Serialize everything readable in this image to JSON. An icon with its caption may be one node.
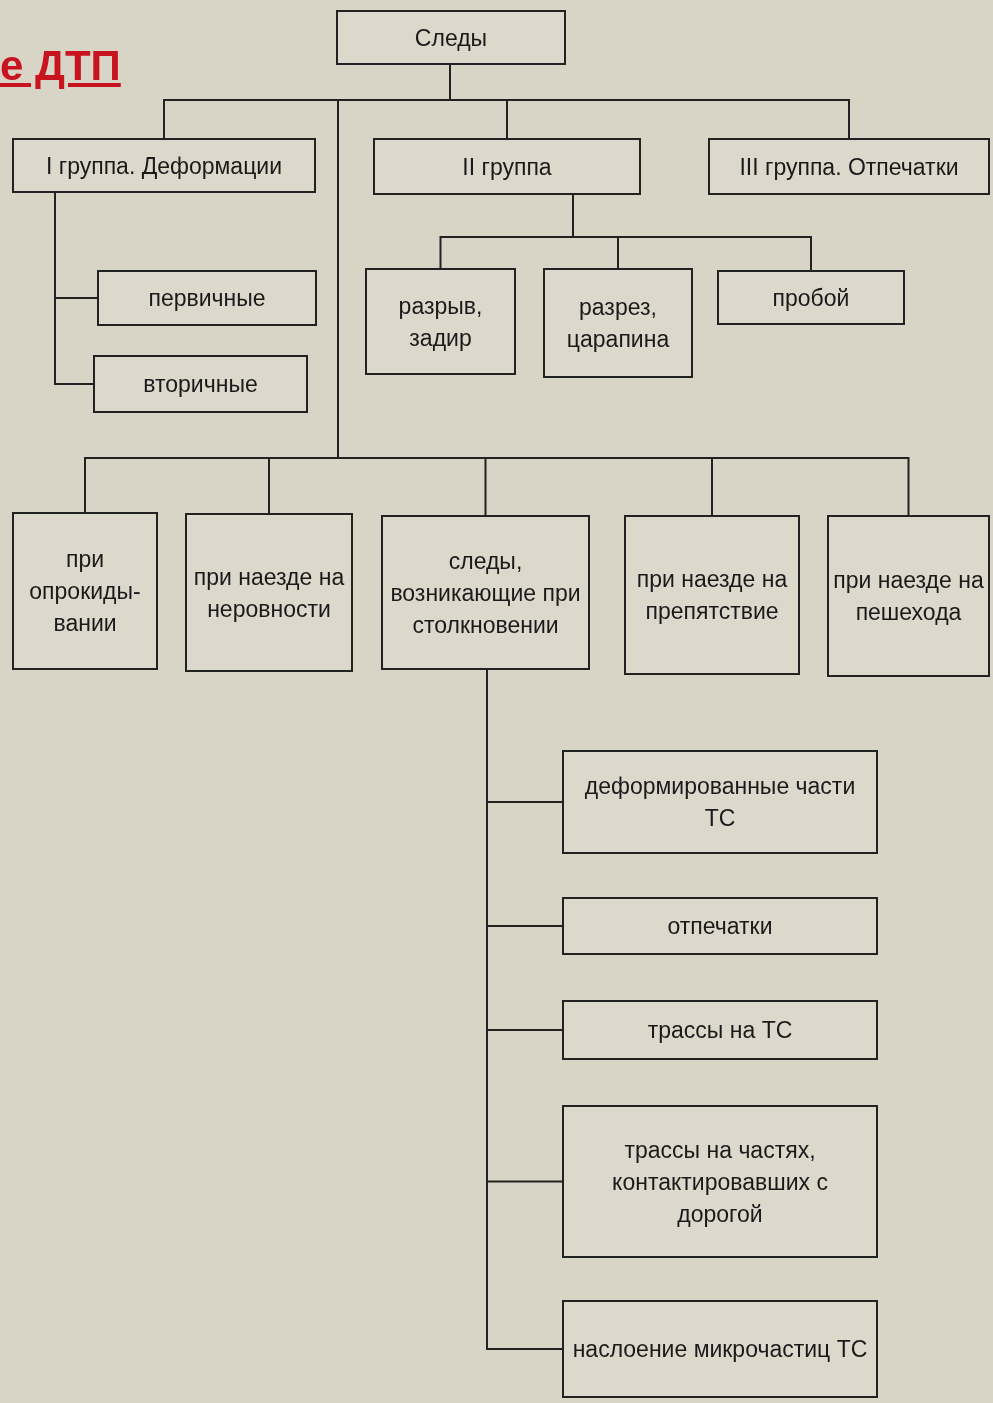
{
  "diagram": {
    "title": "е ДТП",
    "nodes": [
      {
        "text": [
          "Следы"
        ]
      },
      {
        "text": [
          "I группа. Деформации"
        ]
      },
      {
        "text": [
          "II группа"
        ]
      },
      {
        "text": [
          "III группа. Отпечатки"
        ]
      },
      {
        "text": [
          "первичные"
        ]
      },
      {
        "text": [
          "вторичные"
        ]
      },
      {
        "text": [
          "разрыв, задир"
        ]
      },
      {
        "text": [
          "разрез, царапина"
        ]
      },
      {
        "text": [
          "пробой"
        ]
      },
      {
        "text": [
          "при опрокиды- вании"
        ]
      },
      {
        "text": [
          "при наезде на неровности"
        ]
      },
      {
        "text": [
          "следы, возникающие при столкновении"
        ]
      },
      {
        "text": [
          "при наезде на препятствие"
        ]
      },
      {
        "text": [
          "при наезде на пешехода"
        ]
      },
      {
        "text": [
          "деформированные части ТС"
        ]
      },
      {
        "text": [
          "отпечатки"
        ]
      },
      {
        "text": [
          "трассы на ТС"
        ]
      },
      {
        "text": [
          "трассы на частях, контактировавших с дорогой"
        ]
      },
      {
        "text": [
          "наслоение микрочастиц ТС"
        ]
      }
    ],
    "edges": [
      {
        "from": 0,
        "to": 1,
        "arrow": "none"
      },
      {
        "from": 0,
        "to": 2,
        "arrow": "none"
      },
      {
        "from": 0,
        "to": 3,
        "arrow": "none"
      },
      {
        "from": 1,
        "to": 4,
        "arrow": "none"
      },
      {
        "from": 1,
        "to": 5,
        "arrow": "none"
      },
      {
        "from": 2,
        "to": 6,
        "arrow": "none"
      },
      {
        "from": 2,
        "to": 7,
        "arrow": "none"
      },
      {
        "from": 2,
        "to": 8,
        "arrow": "none"
      },
      {
        "from": 0,
        "to": 9,
        "arrow": "none"
      },
      {
        "from": 0,
        "to": 10,
        "arrow": "none"
      },
      {
        "from": 0,
        "to": 11,
        "arrow": "none"
      },
      {
        "from": 0,
        "to": 12,
        "arrow": "none"
      },
      {
        "from": 0,
        "to": 13,
        "arrow": "none"
      },
      {
        "from": 11,
        "to": 14,
        "arrow": "none"
      },
      {
        "from": 11,
        "to": 15,
        "arrow": "none"
      },
      {
        "from": 11,
        "to": 16,
        "arrow": "none"
      },
      {
        "from": 11,
        "to": 17,
        "arrow": "none"
      },
      {
        "from": 11,
        "to": 18,
        "arrow": "none"
      }
    ]
  }
}
